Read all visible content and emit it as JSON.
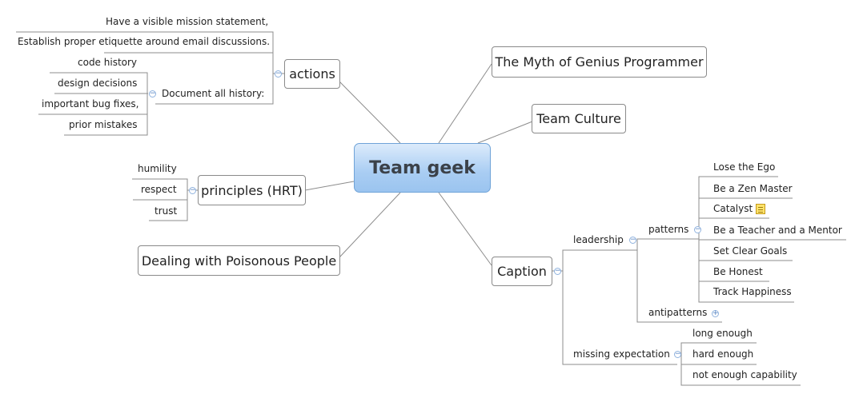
{
  "central": {
    "title": "Team geek"
  },
  "topics": {
    "actions": "actions",
    "myth": "The Myth of Genius Programmer",
    "culture": "Team Culture",
    "principles": "principles (HRT)",
    "dealing": "Dealing with Poisonous People",
    "caption": "Caption"
  },
  "actions": {
    "mission": "Have a visible mission statement,",
    "etiquette": "Establish proper etiquette around email discussions.",
    "document": "Document all history:",
    "history": [
      "code history",
      "design decisions",
      "important bug fixes,",
      "prior mistakes"
    ]
  },
  "principles": [
    "humility",
    "respect",
    "trust"
  ],
  "caption": {
    "leadership": "leadership",
    "patterns": "patterns",
    "pattern_items": [
      "Lose the Ego",
      "Be a Zen Master",
      "Catalyst",
      "Be a Teacher and a Mentor",
      "Set Clear Goals",
      "Be Honest",
      "Track Happiness"
    ],
    "antipatterns": "antipatterns",
    "missing": "missing expectation",
    "missing_items": [
      "long enough",
      "hard enough",
      "not enough capability"
    ]
  },
  "icons": {
    "collapse": "−",
    "expand": "+",
    "note": "note-icon"
  }
}
